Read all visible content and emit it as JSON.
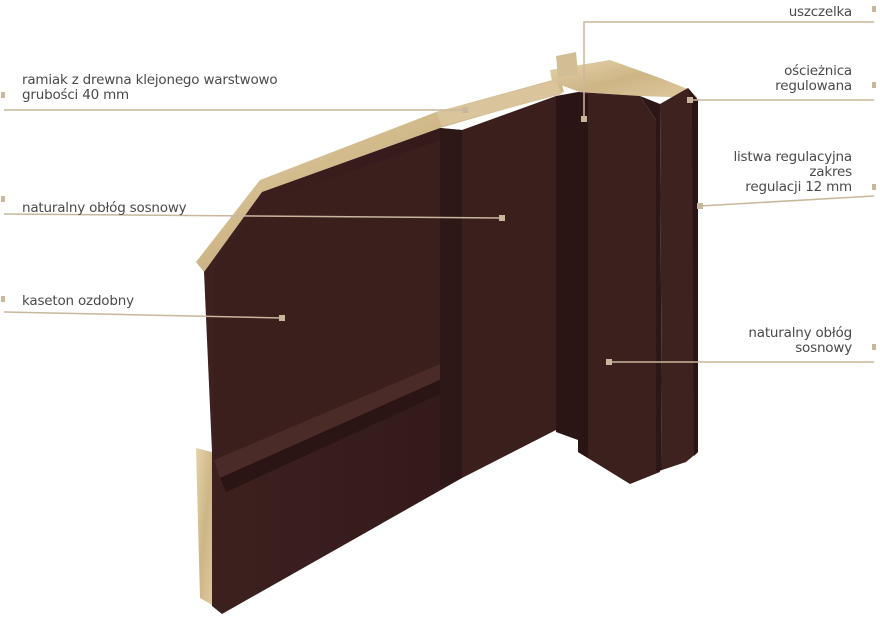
{
  "colors": {
    "panel": "#3a1f1d",
    "panel_dark": "#2a1514",
    "panel_light": "#4a2a27",
    "wood": "#d8c39a",
    "leader": "#c9b79c"
  },
  "labels": {
    "rama_line1": "ramiak z drewna klejonego warstwowo",
    "rama_line2": "grubości 40 mm",
    "oblog_left": "naturalny obłóg sosnowy",
    "kaseton": "kaseton ozdobny",
    "uszczelka": "uszczelka",
    "oscieznica_line1": "ościeżnica",
    "oscieznica_line2": "regulowana",
    "listwa_line1": "listwa regulacyjna",
    "listwa_line2": "zakres",
    "listwa_line3": "regulacji 12 mm",
    "oblog_right_line1": "naturalny obłóg",
    "oblog_right_line2": "sosnowy"
  }
}
